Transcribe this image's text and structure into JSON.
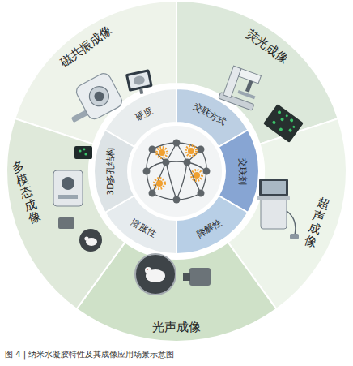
{
  "diagram": {
    "caption": "图 4 | 纳米水凝胶特性及其成像应用场景示意图",
    "nodes": [
      {
        "text": [
          "磁共振成像"
        ]
      },
      {
        "text": [
          "荧光成像"
        ]
      },
      {
        "text": [
          "超声成像"
        ]
      },
      {
        "text": [
          "光声成像"
        ]
      },
      {
        "text": [
          "多模态成像"
        ]
      },
      {
        "text": [
          "硬度"
        ]
      },
      {
        "text": [
          "交联方式"
        ]
      },
      {
        "text": [
          "交联剂"
        ]
      },
      {
        "text": [
          "降解性"
        ]
      },
      {
        "text": [
          "溶胀性"
        ]
      },
      {
        "text": [
          "3D多孔结构"
        ]
      }
    ]
  }
}
